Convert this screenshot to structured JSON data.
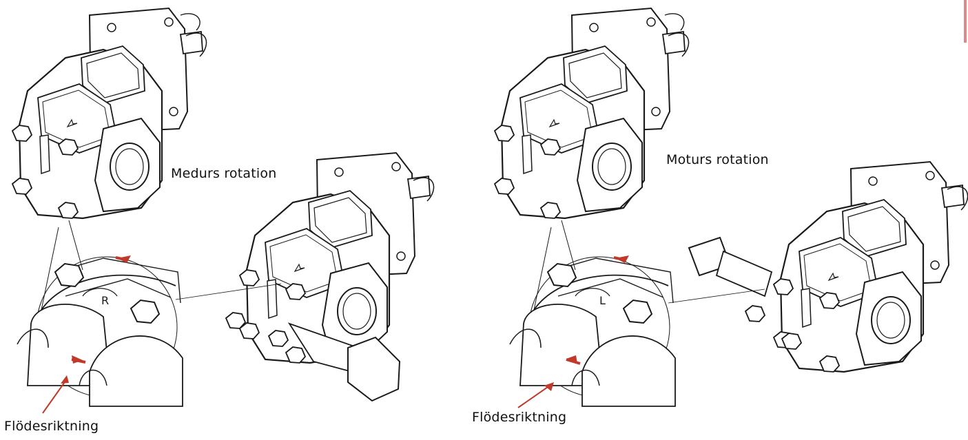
{
  "labels": {
    "left_rotation": "Medurs rotation",
    "right_rotation": "Moturs rotation",
    "left_flow": "Flödesriktning",
    "right_flow": "Flödesriktning"
  },
  "markings": {
    "left_detail_letter": "R",
    "right_detail_letter": "L"
  },
  "colors": {
    "line": "#1a1a1a",
    "arrow": "#c0392b",
    "edge_accent": "#d98a8a"
  }
}
